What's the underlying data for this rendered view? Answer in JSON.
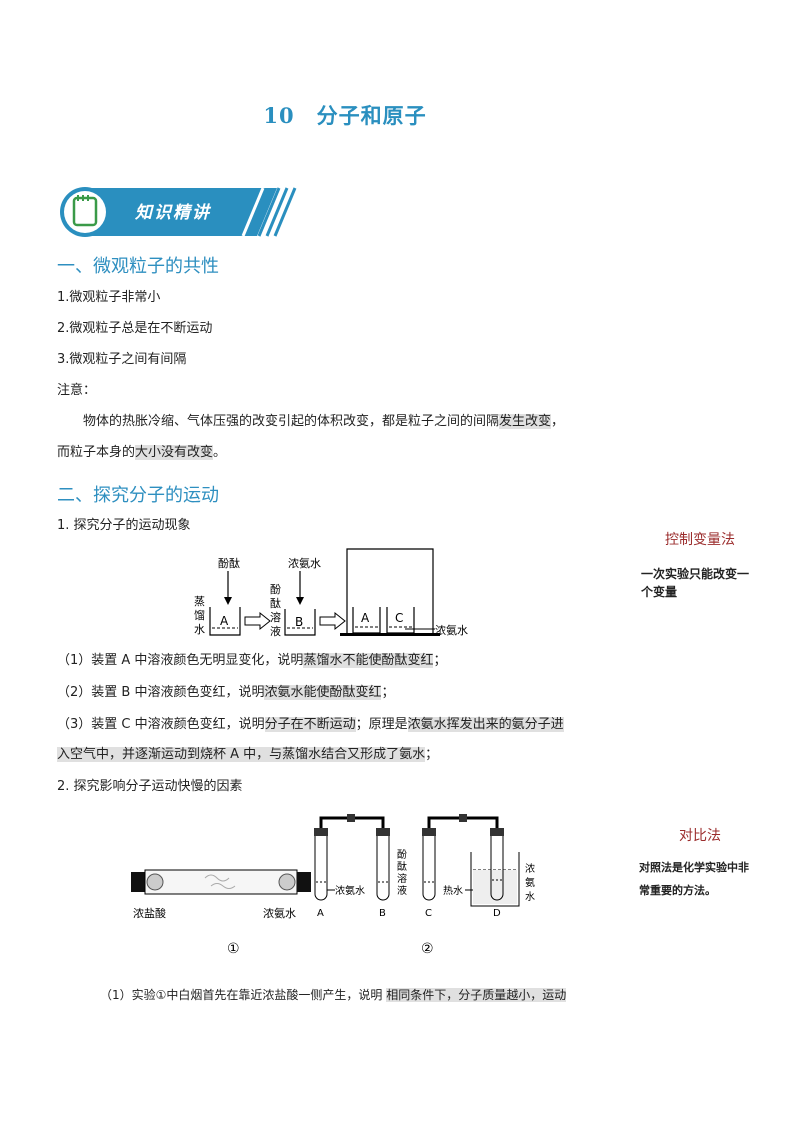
{
  "title": "10　分子和原子",
  "banner": {
    "label": "知识精讲"
  },
  "section1": {
    "heading": "一、微观粒子的共性",
    "items": [
      "1.微观粒子非常小",
      "2.微观粒子总是在不断运动",
      "3.微观粒子之间有间隔"
    ],
    "note_label": "注意：",
    "note_line1_a": "物体的热胀冷缩、气体压强的改变引起的体积改变，都是粒子之间的间隔",
    "note_line1_hl": "发生改变",
    "note_line1_b": "，",
    "note_line2_a": "而粒子本身的",
    "note_line2_hl": "大小没有改变",
    "note_line2_b": "。"
  },
  "section2": {
    "heading": "二、探究分子的运动",
    "sub1": "1. 探究分子的运动现象",
    "fig1": {
      "label_phenol": "酚酞",
      "label_distilled": [
        "蒸",
        "馏",
        "水"
      ],
      "beaker_a": "A",
      "label_ammonia_top": "浓氨水",
      "label_phenol_sol": [
        "酚",
        "酞",
        "溶",
        "液"
      ],
      "beaker_b": "B",
      "beaker_a2": "A",
      "beaker_c": "C",
      "label_ammonia_right": "浓氨水"
    },
    "obs1_a": "（1）装置 A 中溶液颜色无明显变化，说明",
    "obs1_hl": "蒸馏水不能使酚酞变红",
    "obs1_b": "；",
    "obs2_a": "（2）装置 B 中溶液颜色变红，说明",
    "obs2_hl": "浓氨水能使酚酞变红",
    "obs2_b": "；",
    "obs3_a": "（3）装置 C 中溶液颜色变红，说明",
    "obs3_hl1": "分子在不断运动",
    "obs3_b": "；原理是",
    "obs3_hl2": "浓氨水挥发出来的氨分子进",
    "obs3_line2_hl": "入空气中，并逐渐运动到烧杯 A 中，与蒸馏水结合又形成了氨水",
    "obs3_line2_b": "；",
    "sub2": "2. 探究影响分子运动快慢的因素",
    "fig2": {
      "tube_left_label": "浓盐酸",
      "tube_right_label": "浓氨水",
      "exp1_mark": "①",
      "ammonia_label": "浓氨水",
      "tube_a": "A",
      "tube_b": "B",
      "phenol_sol": [
        "酚",
        "酞",
        "溶",
        "液"
      ],
      "hot_water": "热水",
      "tube_c": "C",
      "tube_d": "D",
      "ammonia_vertical": [
        "浓",
        "氨",
        "水"
      ],
      "exp2_mark": "②"
    },
    "exp_text_a": "（1）实验①中白烟首先在靠近浓盐酸一侧产生，说明 ",
    "exp_text_hl": "相同条件下，分子质量越小，运动"
  },
  "side": {
    "method1_title": "控制变量法",
    "method1_text": [
      "一次实验只能改变一",
      "个变量"
    ],
    "method2_title": "对比法",
    "method2_text": [
      "对照法是化学实验中非",
      "常重要的方法。"
    ]
  },
  "colors": {
    "accent": "#2e8fc0",
    "banner": "#2a8fbf",
    "side_title": "#9b2c2c",
    "highlight": "#e0e0e0"
  }
}
